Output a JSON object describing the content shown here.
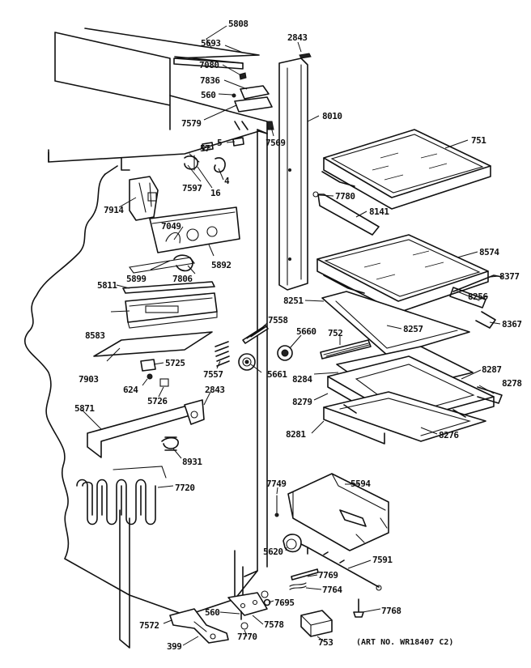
{
  "diagram": {
    "art_number": "(ART NO. WR18407 C2)",
    "part_labels": [
      "5808",
      "5693",
      "2843",
      "7080",
      "7836",
      "560",
      "7579",
      "8010",
      "7569",
      "57",
      "5",
      "751",
      "7597",
      "16",
      "4",
      "7914",
      "7780",
      "8141",
      "7049",
      "8574",
      "8377",
      "5899",
      "7806",
      "5892",
      "5811",
      "8256",
      "8251",
      "8367",
      "8257",
      "7558",
      "5660",
      "752",
      "8583",
      "8287",
      "8284",
      "5725",
      "7903",
      "7557",
      "5661",
      "8278",
      "624",
      "8279",
      "5726",
      "2843",
      "5871",
      "8281",
      "8276",
      "8931",
      "7720",
      "7749",
      "5594",
      "5620",
      "7591",
      "7769",
      "7764",
      "7695",
      "7768",
      "560",
      "7572",
      "7578",
      "7770",
      "399",
      "753"
    ]
  }
}
